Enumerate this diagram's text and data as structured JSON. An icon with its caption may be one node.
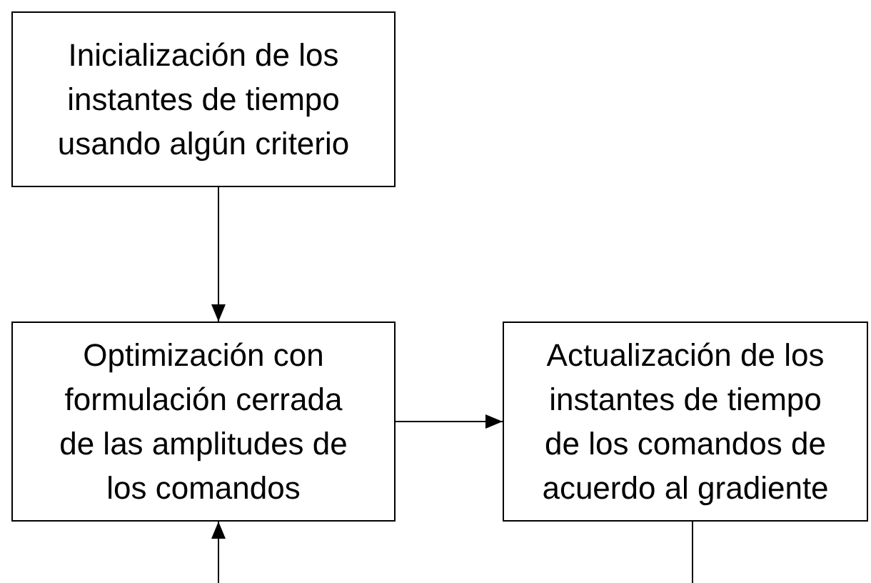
{
  "diagram": {
    "nodes": [
      {
        "text": [
          "Inicialización de los instantes de tiempo usando algún criterio"
        ]
      },
      {
        "text": [
          "Optimización con formulación cerrada de las amplitudes de los comandos"
        ]
      },
      {
        "text": [
          "Actualización de los instantes de tiempo de los comandos de acuerdo al gradiente"
        ]
      }
    ],
    "edges": [
      {
        "from": 0,
        "to": 1,
        "arrow": "to"
      },
      {
        "from": 1,
        "to": 2,
        "arrow": "to"
      },
      {
        "from": 2,
        "to": null,
        "arrow": "none"
      },
      {
        "from": null,
        "to": 1,
        "arrow": "to"
      }
    ]
  }
}
